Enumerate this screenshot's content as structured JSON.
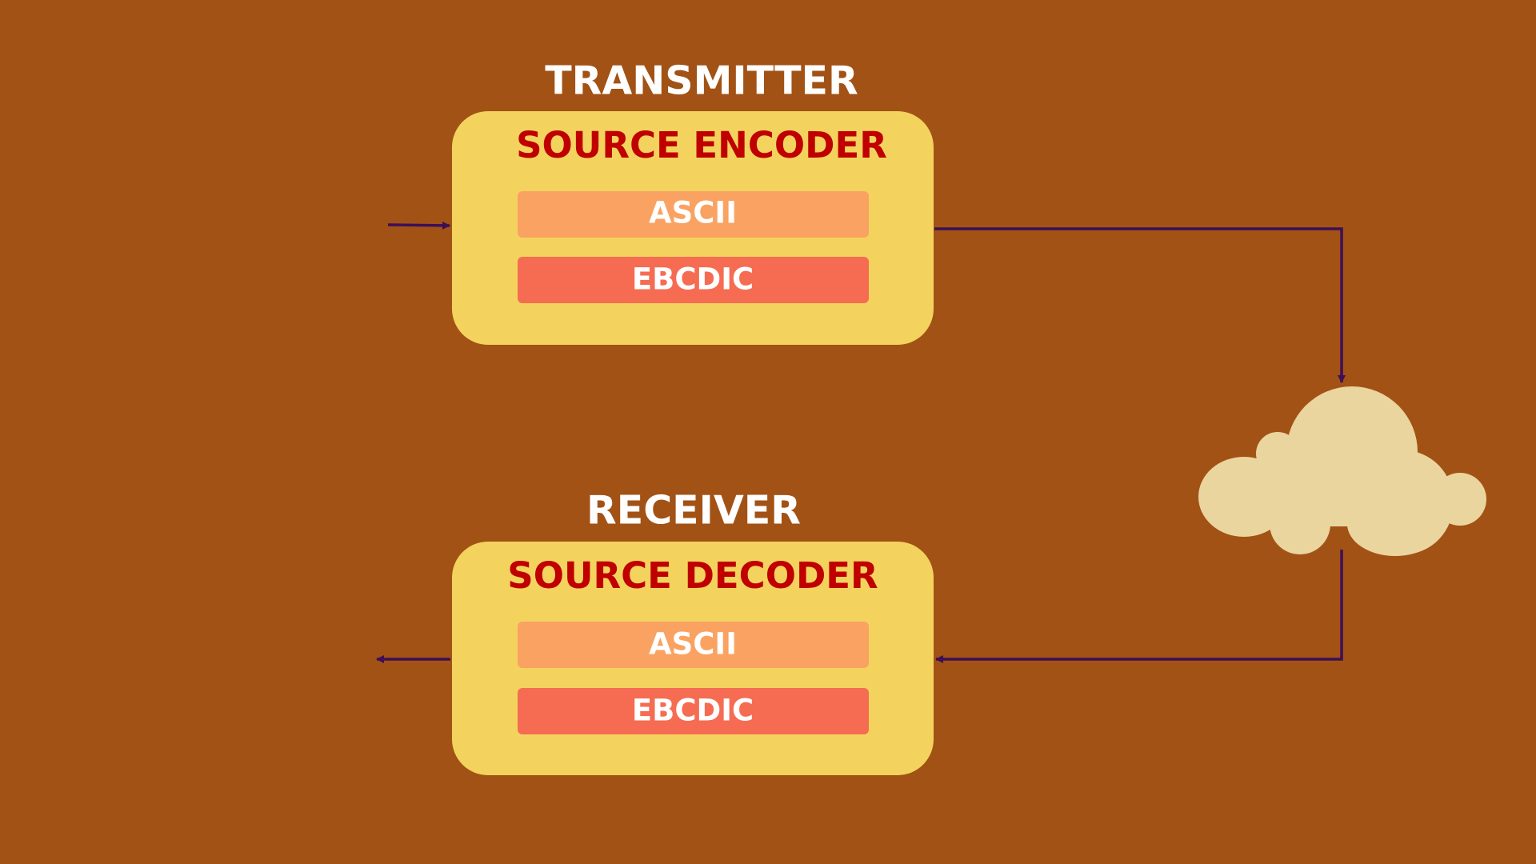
{
  "colors": {
    "background": "#a25215",
    "block": "#f3d35e",
    "block_title": "#c00000",
    "ascii_bar": "#faa262",
    "ebcdic_bar": "#f56c52",
    "wire": "#3c0f57",
    "cloud": "#ead59e"
  },
  "transmitter": {
    "heading": "TRANSMITTER",
    "block_title": "SOURCE ENCODER",
    "codes": [
      "ASCII",
      "EBCDIC"
    ]
  },
  "receiver": {
    "heading": "RECEIVER",
    "block_title": "SOURCE DECODER",
    "codes": [
      "ASCII",
      "EBCDIC"
    ]
  },
  "channel": {
    "icon": "cloud-icon"
  }
}
